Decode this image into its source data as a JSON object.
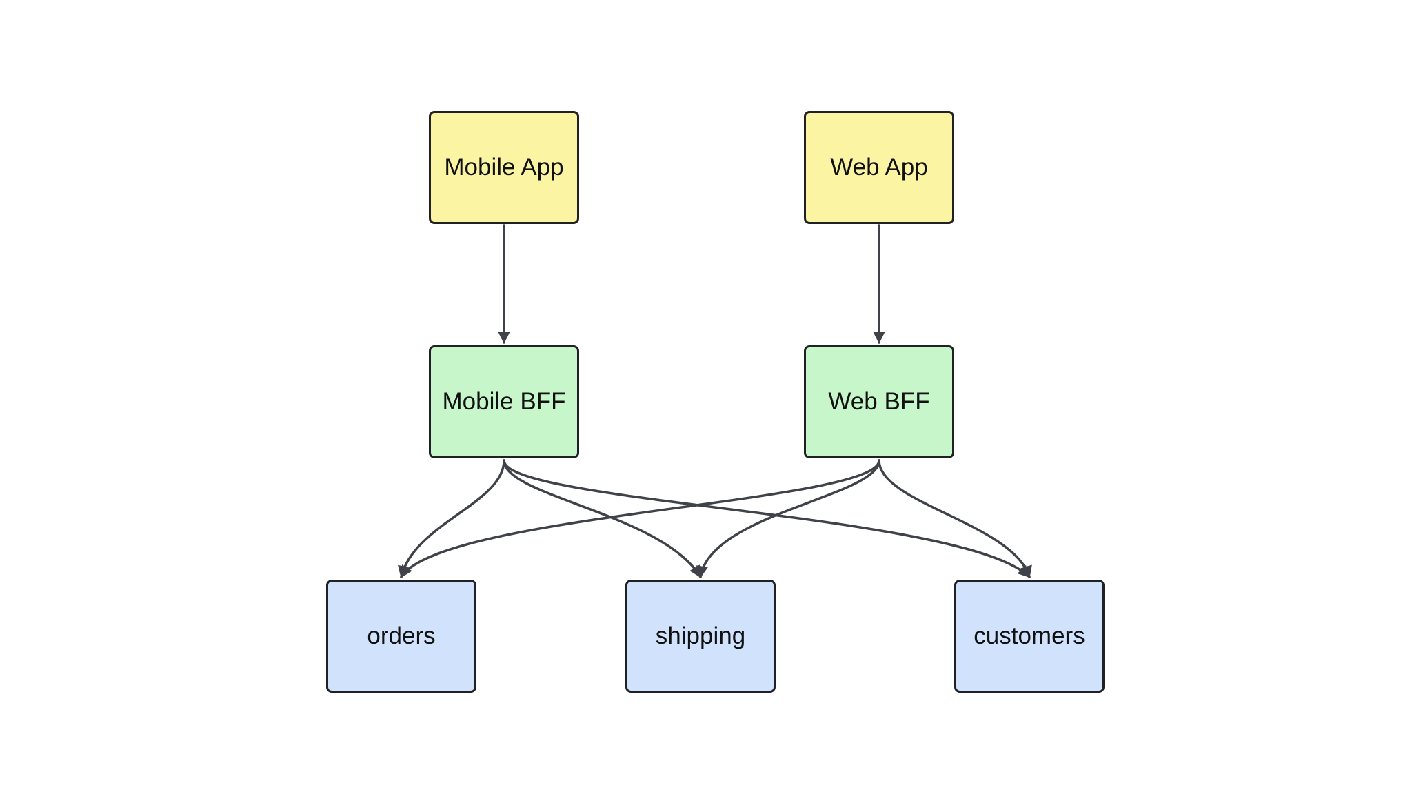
{
  "diagram": {
    "nodes": {
      "mobile_app": "Mobile App",
      "web_app": "Web App",
      "mobile_bff": "Mobile BFF",
      "web_bff": "Web BFF",
      "orders": "orders",
      "shipping": "shipping",
      "customers": "customers"
    },
    "edges": [
      {
        "from": "Mobile App",
        "to": "Mobile BFF"
      },
      {
        "from": "Web App",
        "to": "Web BFF"
      },
      {
        "from": "Mobile BFF",
        "to": "orders"
      },
      {
        "from": "Mobile BFF",
        "to": "shipping"
      },
      {
        "from": "Mobile BFF",
        "to": "customers"
      },
      {
        "from": "Web BFF",
        "to": "orders"
      },
      {
        "from": "Web BFF",
        "to": "shipping"
      },
      {
        "from": "Web BFF",
        "to": "customers"
      }
    ],
    "colors": {
      "client_fill": "#fbf5a3",
      "bff_fill": "#c6f6c9",
      "service_fill": "#d1e3fc",
      "border": "#1f2124",
      "edge": "#3f4349"
    }
  }
}
